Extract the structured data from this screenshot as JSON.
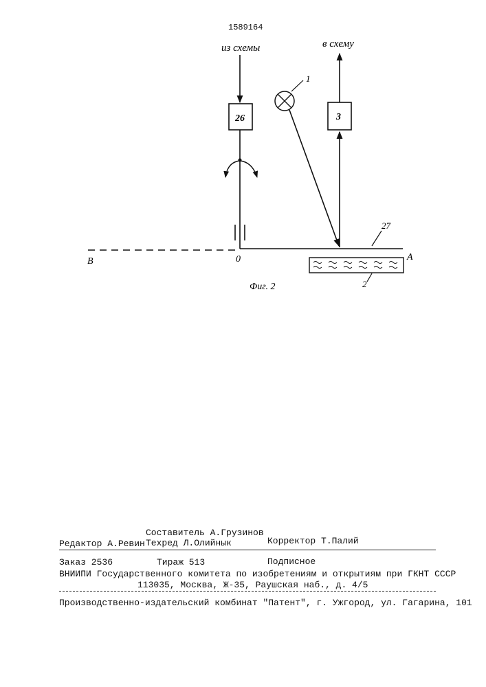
{
  "header": {
    "patent_number": "1589164"
  },
  "figure": {
    "caption": "Фиг. 2",
    "label_from_circuit": "из схемы",
    "label_to_circuit": "в схему",
    "block_26": "26",
    "block_3": "3",
    "ref_1": "1",
    "ref_2": "2",
    "ref_27": "27",
    "point_B": "B",
    "point_O": "0",
    "point_A": "A"
  },
  "colophon": {
    "compiler": "Составитель А.Грузинов",
    "editor": "Редактор А.Ревин",
    "techred": "Техред Л.Олийнык",
    "corrector": "Корректор Т.Палий",
    "order": "Заказ 2536",
    "circulation": "Тираж 513",
    "subscription": "Подписное",
    "institute": "ВНИИПИ Государственного комитета по изобретениям и открытиям при ГКНТ СССР",
    "address": "113035, Москва, Ж-35, Раушская наб., д. 4/5",
    "publisher": "Производственно-издательский комбинат \"Патент\", г. Ужгород, ул. Гагарина, 101"
  }
}
